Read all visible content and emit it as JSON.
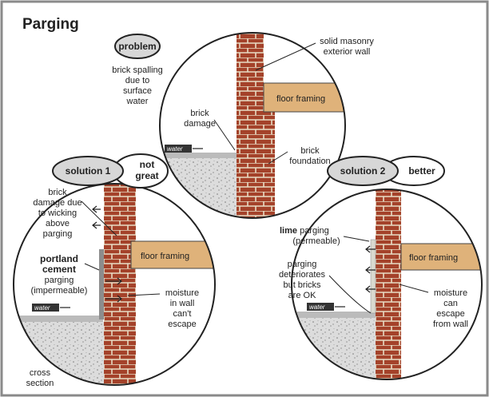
{
  "title": "Parging",
  "colors": {
    "brick": "#a4422a",
    "mortar": "#e8dcc4",
    "floor_framing": "#dfb27a",
    "gravel": "#dcdcdc",
    "bubble": "#d7d7d7",
    "frame": "#8a8a8a"
  },
  "problem": {
    "badge": "problem",
    "cause": [
      "brick spalling",
      "due to",
      "surface",
      "water"
    ],
    "wall_label": [
      "solid masonry",
      "exterior wall"
    ],
    "floor_label": "floor framing",
    "damage_label": [
      "brick",
      "damage"
    ],
    "foundation_label": [
      "brick",
      "foundation"
    ],
    "water_tag": "water"
  },
  "solution1": {
    "badge": "solution 1",
    "rating": [
      "not",
      "great"
    ],
    "wicking_label": [
      "brick",
      "damage due",
      "to wicking",
      "above",
      "parging"
    ],
    "material_bold": [
      "portland",
      "cement"
    ],
    "material_plain": [
      "parging",
      "(impermeable)"
    ],
    "floor_label": "floor framing",
    "moisture_label": [
      "moisture",
      "in wall",
      "can't",
      "escape"
    ],
    "water_tag": "water"
  },
  "solution2": {
    "badge": "solution 2",
    "rating": "better",
    "material_bold": "lime",
    "material_rest": " parging",
    "material_note": "(permeable)",
    "floor_label": "floor framing",
    "deteriorates_label": [
      "parging",
      "deteriorates",
      "but bricks",
      "are OK"
    ],
    "moisture_label": [
      "moisture",
      "can",
      "escape",
      "from wall"
    ],
    "water_tag": "water"
  },
  "footer": [
    "cross",
    "section"
  ]
}
